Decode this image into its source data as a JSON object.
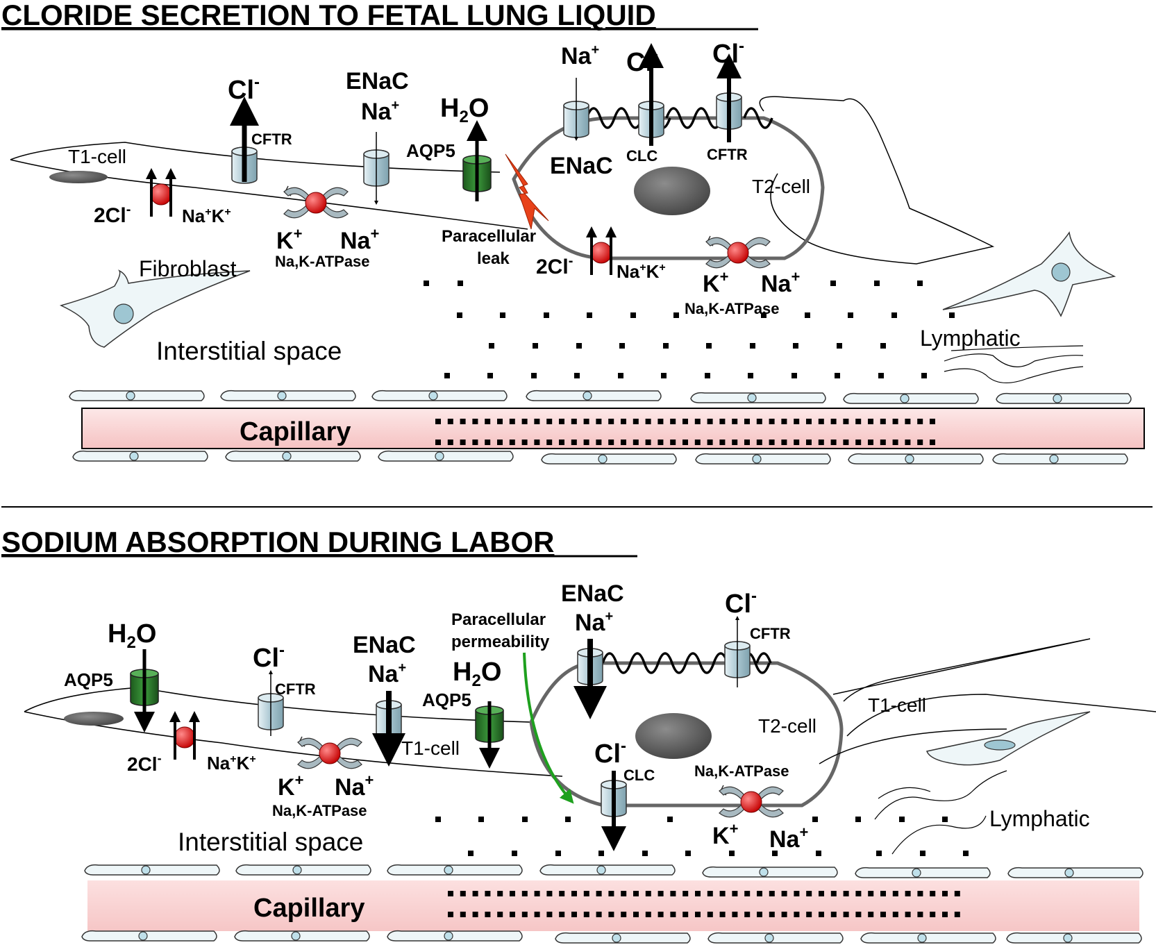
{
  "top": {
    "title": "CLORIDE SECRETION TO FETAL LUNG LIQUID",
    "t1_cell": "T1-cell",
    "t2_cell": "T2-cell",
    "fibroblast": "Fibroblast",
    "interstitial": "Interstitial space",
    "lymphatic": "Lymphatic",
    "capillary": "Capillary",
    "cl_ion": "Cl",
    "cl_sup": "-",
    "na_ion": "Na",
    "na_sup": "+",
    "k_ion": "K",
    "k_sup": "+",
    "cftr": "CFTR",
    "clc": "CLC",
    "enac": "ENaC",
    "aqp5": "AQP5",
    "h2o_h": "H",
    "h2o_sub": "2",
    "h2o_o": "O",
    "two_cl": "2Cl",
    "nak": "Na",
    "nak_k": "K",
    "atpase": "Na,K-ATPase",
    "paracellular": "Paracellular",
    "leak": "leak"
  },
  "bottom": {
    "title": "SODIUM ABSORPTION DURING LABOR",
    "t1_cell": "T1-cell",
    "t2_cell": "T2-cell",
    "interstitial": "Interstitial space",
    "lymphatic": "Lymphatic",
    "capillary": "Capillary",
    "cl_ion": "Cl",
    "cl_sup": "-",
    "na_ion": "Na",
    "na_sup": "+",
    "k_ion": "K",
    "k_sup": "+",
    "cftr": "CFTR",
    "clc": "CLC",
    "enac": "ENaC",
    "aqp5": "AQP5",
    "h2o_h": "H",
    "h2o_sub": "2",
    "h2o_o": "O",
    "two_cl": "2Cl",
    "nak": "Na",
    "nak_k": "K",
    "atpase": "Na,K-ATPase",
    "paracellular": "Paracellular",
    "permeability": "permeability"
  },
  "colors": {
    "channel": "#b9d3dc",
    "aqp": "#2f7d2f",
    "pump": "#d81818",
    "capillary": "#f6c9c9",
    "nucleus": "#6e6e6e",
    "arrow_green": "#1ea01e",
    "spark": "#e8421a"
  }
}
